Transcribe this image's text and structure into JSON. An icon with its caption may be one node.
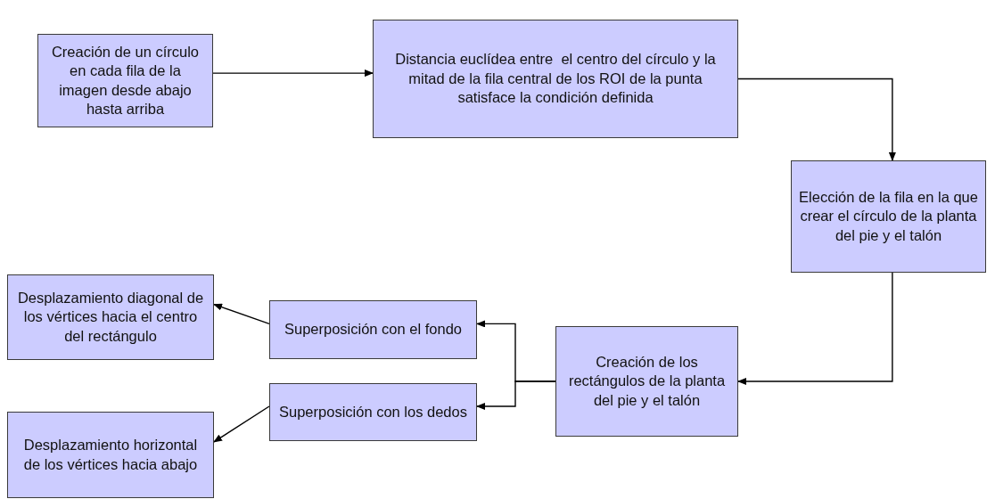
{
  "diagram": {
    "nodes": [
      {
        "text": [
          "Creación de un círculo en cada fila de la imagen desde abajo hasta arriba"
        ]
      },
      {
        "text": [
          "Distancia euclídea entre  el centro del círculo y la mitad de la fila central de los ROI de la punta satisface la condición definida"
        ]
      },
      {
        "text": [
          "Elección de la fila en la que crear el círculo de la planta del pie y el talón"
        ]
      },
      {
        "text": [
          "Creación de los rectángulos de la planta del pie y el talón"
        ]
      },
      {
        "text": [
          "Superposición con el fondo"
        ]
      },
      {
        "text": [
          "Superposición con los dedos"
        ]
      },
      {
        "text": [
          "Desplazamiento diagonal de los vértices hacia el centro del rectángulo"
        ]
      },
      {
        "text": [
          "Desplazamiento horizontal de los vértices hacia abajo"
        ]
      }
    ],
    "edges": [
      {
        "from": 0,
        "to": 1,
        "arrow": "to"
      },
      {
        "from": 1,
        "to": 2,
        "arrow": "to"
      },
      {
        "from": 2,
        "to": 3,
        "arrow": "to"
      },
      {
        "from": 3,
        "to": 4,
        "arrow": "to"
      },
      {
        "from": 3,
        "to": 5,
        "arrow": "to"
      },
      {
        "from": 4,
        "to": 6,
        "arrow": "to"
      },
      {
        "from": 5,
        "to": 7,
        "arrow": "to"
      }
    ]
  }
}
